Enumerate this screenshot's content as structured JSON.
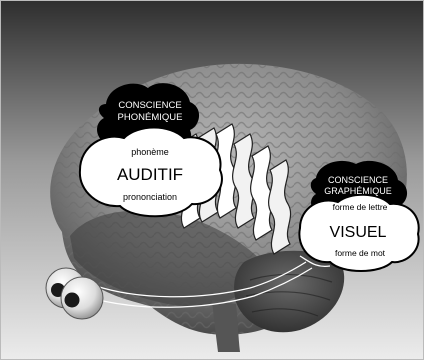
{
  "auditory": {
    "heading_line1": "CONSCIENCE",
    "heading_line2": "PHONÉMIQUE",
    "upper_label": "phonème",
    "main_label": "AUDITIF",
    "lower_label": "prononciation"
  },
  "visual": {
    "heading_line1": "CONSCIENCE",
    "heading_line2": "GRAPHÉMIQUE",
    "upper_label": "forme de lettre",
    "main_label": "VISUEL",
    "lower_label": "forme de mot"
  },
  "colors": {
    "background_top": "#3a3a3a",
    "background_bottom": "#e6e6e6",
    "brain_dark": "#4a4a4a",
    "brain_light": "#a8a8a8",
    "bubble_dark": "#000000",
    "bubble_light": "#ffffff"
  }
}
